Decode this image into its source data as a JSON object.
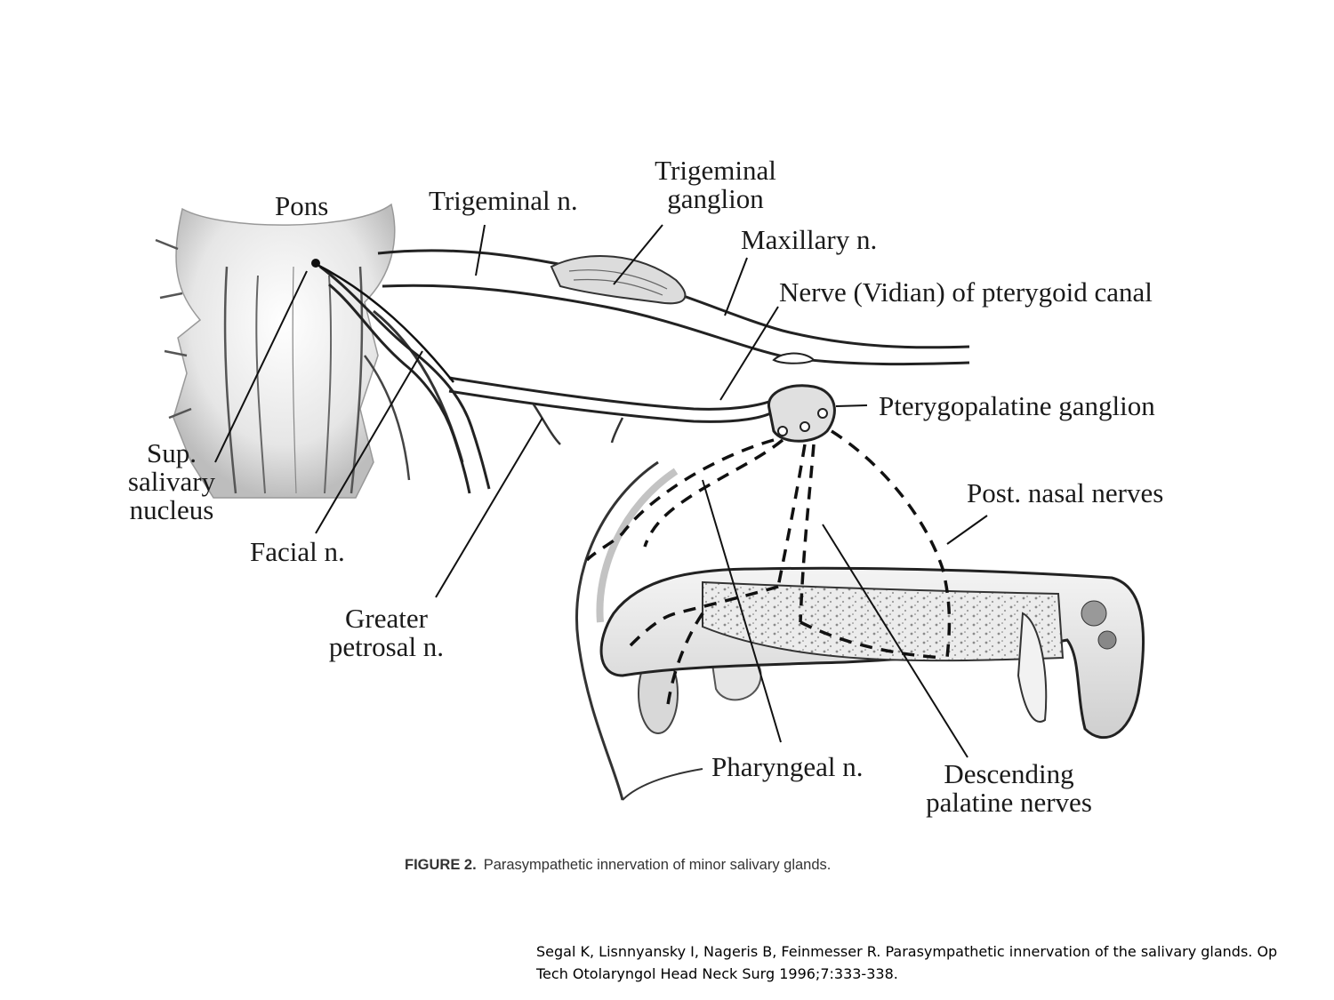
{
  "figure": {
    "labels": {
      "pons": "Pons",
      "trigeminal_n": "Trigeminal n.",
      "trigeminal_ganglion": [
        "Trigeminal",
        "ganglion"
      ],
      "maxillary_n": "Maxillary n.",
      "vidian_nerve": "Nerve (Vidian) of pterygoid canal",
      "pterygopalatine_ganglion": "Pterygopalatine ganglion",
      "post_nasal_nerves": "Post. nasal nerves",
      "sup_salivary_nucleus": [
        "Sup.",
        "salivary",
        "nucleus"
      ],
      "facial_n": "Facial n.",
      "greater_petrosal_n": [
        "Greater",
        "petrosal n."
      ],
      "pharyngeal_n": "Pharyngeal n.",
      "descending_palatine_nerves": [
        "Descending",
        "palatine nerves"
      ]
    },
    "caption": {
      "number": "FIGURE 2.",
      "text": "Parasympathetic innervation of minor salivary glands."
    }
  },
  "citation": [
    "Segal K, Lisnnyansky I, Nageris B, Feinmesser R. Parasympathetic innervation of the salivary glands. Op",
    "Tech Otolaryngol Head Neck Surg 1996;7:333-338."
  ]
}
